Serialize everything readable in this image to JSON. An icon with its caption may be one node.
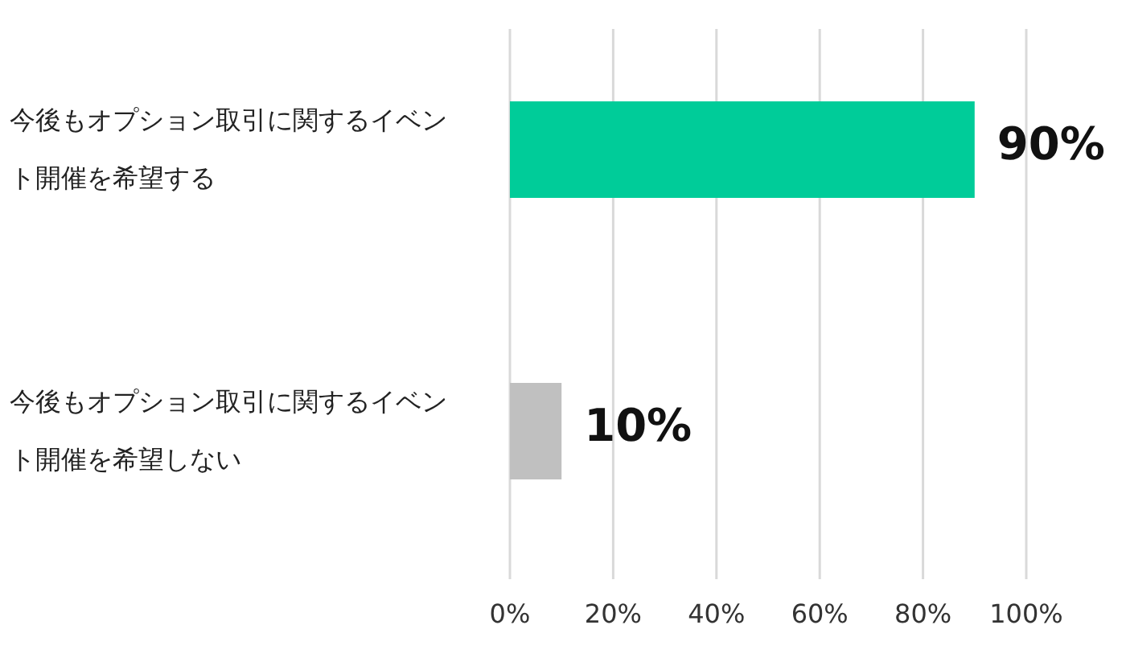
{
  "diagram": {
    "chart_data": {
      "type": "bar",
      "orientation": "horizontal",
      "stacked": true,
      "categories": [
        "今後もオプション取引に関するイベント開催を希望する",
        "今後もオプション取引に関するイベント開催を希望しない"
      ],
      "series": [
        {
          "color": "#00cc99",
          "values": [
            90,
            null
          ]
        },
        {
          "color": "#c0c0c0",
          "values": [
            null,
            10
          ]
        }
      ],
      "xlim": [
        0,
        100
      ],
      "grid": true,
      "xticks": [
        {
          "value": 0,
          "label": "0%"
        },
        {
          "value": 20,
          "label": "20%"
        },
        {
          "value": 40,
          "label": "40%"
        },
        {
          "value": 60,
          "label": "60%"
        },
        {
          "value": 80,
          "label": "80%"
        },
        {
          "value": 100,
          "label": "100%"
        }
      ],
      "value_labels": [
        "90%",
        "10%"
      ]
    }
  }
}
